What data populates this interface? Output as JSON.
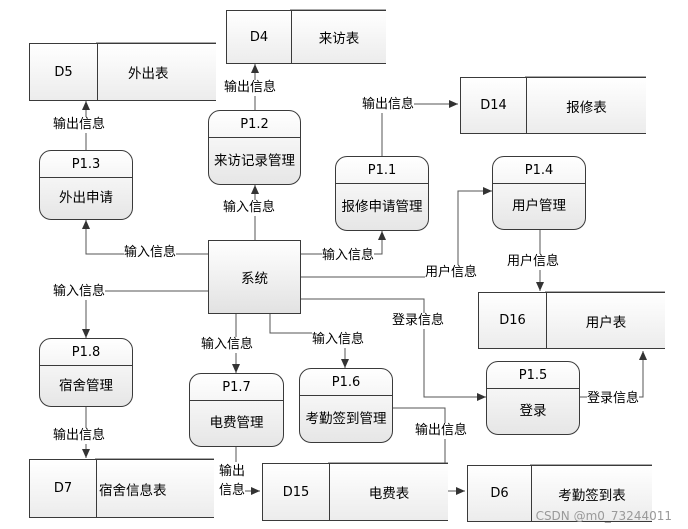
{
  "entity": {
    "label": "系统"
  },
  "processes": {
    "p11": {
      "id": "P1.1",
      "name": "报修申请管理"
    },
    "p12": {
      "id": "P1.2",
      "name": "来访记录管理"
    },
    "p13": {
      "id": "P1.3",
      "name": "外出申请"
    },
    "p14": {
      "id": "P1.4",
      "name": "用户管理"
    },
    "p15": {
      "id": "P1.5",
      "name": "登录"
    },
    "p16": {
      "id": "P1.6",
      "name": "考勤签到管理"
    },
    "p17": {
      "id": "P1.7",
      "name": "电费管理"
    },
    "p18": {
      "id": "P1.8",
      "name": "宿舍管理"
    }
  },
  "stores": {
    "d4": {
      "id": "D4",
      "name": "来访表"
    },
    "d5": {
      "id": "D5",
      "name": "外出表"
    },
    "d6": {
      "id": "D6",
      "name": "考勤签到表"
    },
    "d7": {
      "id": "D7",
      "name": "宿舍信息表"
    },
    "d14": {
      "id": "D14",
      "name": "报修表"
    },
    "d15": {
      "id": "D15",
      "name": "电费表"
    },
    "d16": {
      "id": "D16",
      "name": "用户表"
    }
  },
  "flows": {
    "out_p12_d4": "输出信息",
    "out_p11_d14": "输出信息",
    "out_p13_d5": "输出信息",
    "in_sys_p12": "输入信息",
    "in_sys_p13": "输入信息",
    "in_sys_p11": "输入信息",
    "sys_p14": "用户信息",
    "p14_d16": "用户信息",
    "in_sys_p18": "输入信息",
    "sys_p15": "登录信息",
    "in_sys_p17": "输入信息",
    "in_sys_p16": "输入信息",
    "p15_d16": "登录信息",
    "out_p16_d6": "输出信息",
    "out_p18_d7": "输出信息",
    "out_p17_d15": "输出\n信息"
  },
  "watermark": "CSDN @m0_73244011"
}
